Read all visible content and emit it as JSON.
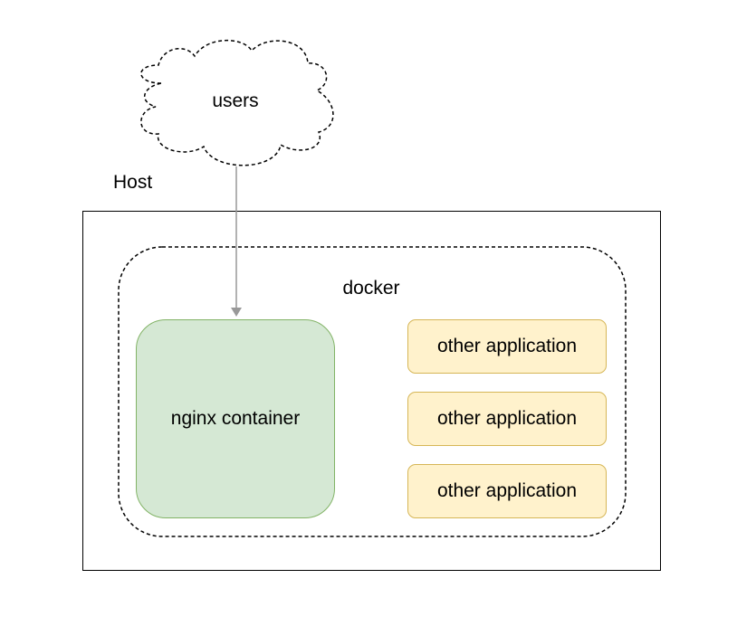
{
  "users_label": "users",
  "host_label": "Host",
  "docker_label": "docker",
  "nginx_label": "nginx container",
  "apps": [
    {
      "label": "other application"
    },
    {
      "label": "other application"
    },
    {
      "label": "other application"
    }
  ],
  "colors": {
    "nginx_fill": "#d5e8d4",
    "nginx_stroke": "#82b366",
    "app_fill": "#fff2cc",
    "app_stroke": "#d6b656",
    "arrow": "#999999"
  }
}
